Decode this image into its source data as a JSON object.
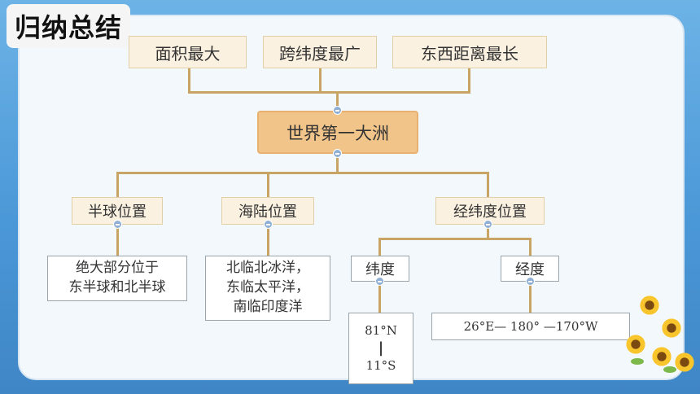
{
  "title": "归纳总结",
  "top_nodes": [
    "面积最大",
    "跨纬度最广",
    "东西距离最长"
  ],
  "center_node": "世界第一大洲",
  "branches": {
    "hemisphere": {
      "label": "半球位置",
      "detail": [
        "绝大部分位于",
        "东半球和北半球"
      ]
    },
    "sea_land": {
      "label": "海陆位置",
      "detail": [
        "北临北冰洋，",
        "东临太平洋，",
        "南临印度洋"
      ]
    },
    "lat_lon": {
      "label": "经纬度位置",
      "latitude": {
        "label": "纬度",
        "north": "81°N",
        "bar": "|",
        "south": "11°S"
      },
      "longitude": {
        "label": "经度",
        "range": "26°E— 180° —170°W"
      }
    }
  },
  "colors": {
    "connector": "#c8a465",
    "center_fill": "#f1c48a",
    "node_fill": "#fbf1e0",
    "toggle": "#8fb0d4"
  }
}
